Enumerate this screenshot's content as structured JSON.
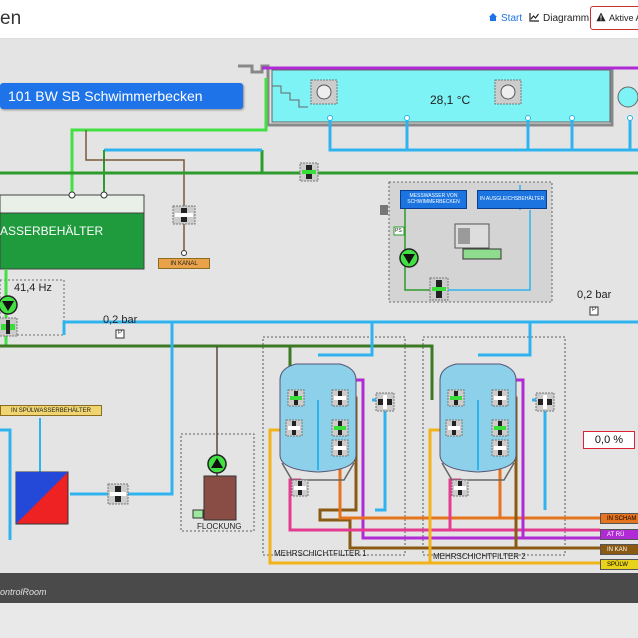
{
  "header": {
    "title": "en",
    "nav": {
      "start": "Start",
      "diagram": "Diagramm",
      "alarms": "Aktive A"
    }
  },
  "plant": {
    "banner": "101 BW SB Schwimmerbecken",
    "pool_temperature": "28,1 °C",
    "tank_label": "ASSERBEHÄLTER",
    "pump_frequency": "41,4 Hz",
    "pressure_left": "0,2 bar",
    "pressure_right": "0,2 bar",
    "pressure_marker": "P",
    "in_kanal_tag": "IN KANAL",
    "spuelwasser_tag": "IN SPÜLWASSERBEHÄLTER",
    "flockung": "FLOCKUNG",
    "filter1": "MEHRSCHICHTFILTER 1",
    "filter2": "MEHRSCHICHTFILTER 2",
    "measure_label1": "MESSWASSER VON SCHWIMMERBECKEN",
    "measure_label2": "IN AUSGLEICHSBEHÄLTER",
    "ps_marker": "PS",
    "percent": "0,0 %",
    "out_tags": [
      {
        "label": "IN SCHAM",
        "color": "#e6741f"
      },
      {
        "label": "AT RÜ",
        "color": "#b02bd6"
      },
      {
        "label": "IN KAN",
        "color": "#8a5a14"
      },
      {
        "label": "SPÜLW",
        "color": "#e8d21a"
      }
    ]
  },
  "colors": {
    "banner": "#1e73e8",
    "water_blue": "#2fb3ee",
    "pipe_green": "#42e042",
    "pipe_dark_green": "#3b7a23",
    "pipe_orange": "#e6741f",
    "pipe_purple": "#b02bd6",
    "pipe_brown": "#8a5a14",
    "pipe_yellow": "#f2b21a",
    "pipe_pink": "#e33b8f",
    "tank_green": "#1f9a3d",
    "pool_cyan": "#7df3f5"
  },
  "footer": {
    "brand": "ontrolRoom"
  }
}
